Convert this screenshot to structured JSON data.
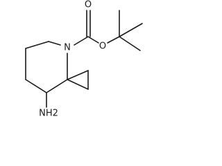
{
  "molecule": {
    "atom_labels": {
      "ring_nitrogen": "N",
      "carbonyl_oxygen": "O",
      "ester_oxygen": "O",
      "amine": "NH2"
    },
    "colors": {
      "bond": "#1a1a1a",
      "label": "#1a1a1a",
      "background": "#ffffff"
    }
  }
}
